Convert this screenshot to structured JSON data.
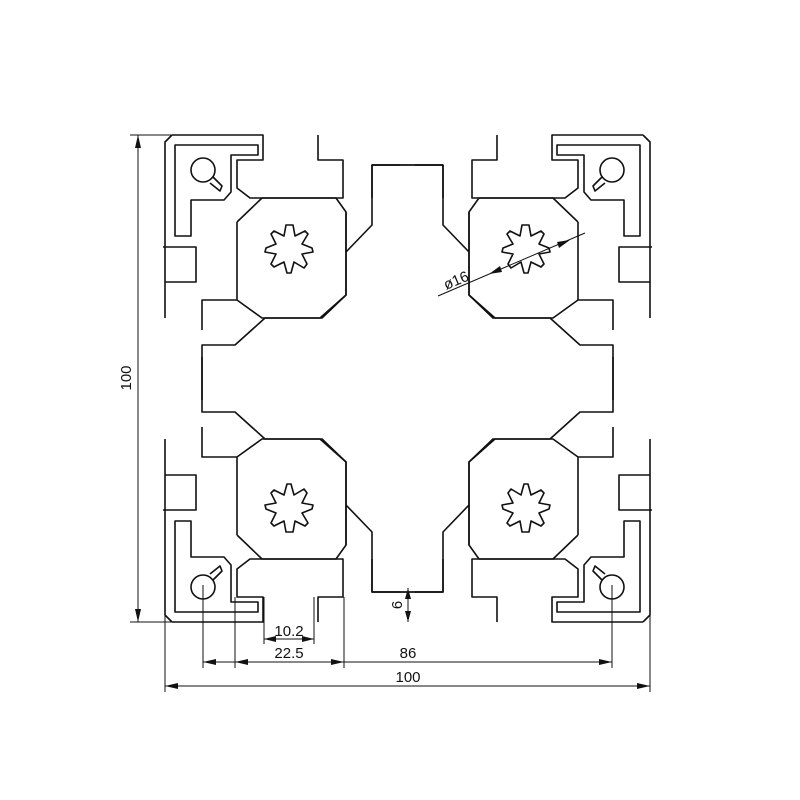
{
  "dimensions": {
    "height_overall": "100",
    "width_overall": "100",
    "hole_center_spacing": "86",
    "slot_outer_width": "22.5",
    "slot_opening_width": "10.2",
    "slot_depth": "6",
    "bore_diameter": "ø16"
  },
  "colors": {
    "line": "#111111",
    "background": "#ffffff"
  }
}
